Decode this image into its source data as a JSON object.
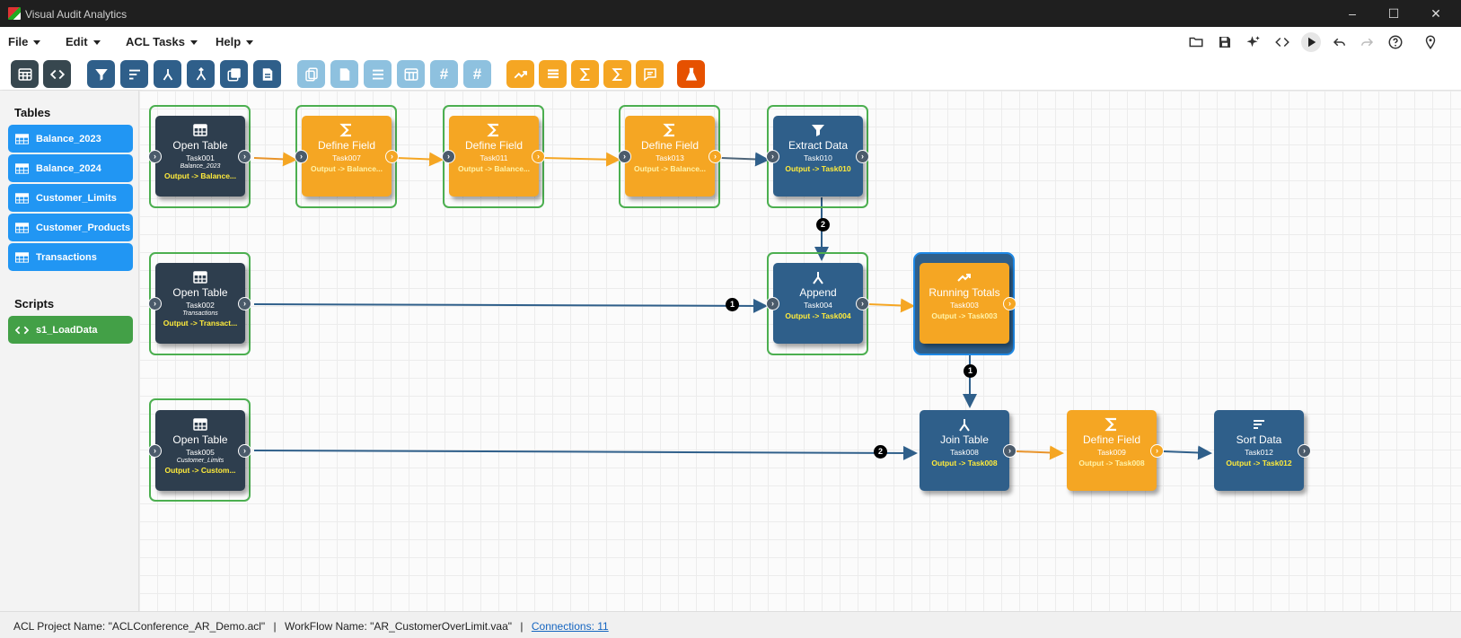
{
  "window": {
    "title": "Visual Audit Analytics",
    "minimize": "–",
    "maximize": "☐",
    "close": "✕"
  },
  "menu": {
    "file": "File",
    "edit": "Edit",
    "acl_tasks": "ACL Tasks",
    "help": "Help"
  },
  "toolbar": {
    "hash1": "#",
    "hash2": "#",
    "colors": {
      "dark": "#37474f",
      "navy": "#2f5f8a",
      "light": "#8ec1df",
      "orange": "#f5a623",
      "red": "#e65100"
    }
  },
  "sidebar": {
    "tables_heading": "Tables",
    "tables": [
      "Balance_2023",
      "Balance_2024",
      "Customer_Limits",
      "Customer_Products",
      "Transactions"
    ],
    "scripts_heading": "Scripts",
    "scripts": [
      "s1_LoadData"
    ]
  },
  "nodes": {
    "task001": {
      "title": "Open Table",
      "task": "Task001",
      "sub": "Balance_2023",
      "output": "Output -> Balance..."
    },
    "task007": {
      "title": "Define Field",
      "task": "Task007",
      "output": "Output -> Balance..."
    },
    "task011": {
      "title": "Define Field",
      "task": "Task011",
      "output": "Output -> Balance..."
    },
    "task013": {
      "title": "Define Field",
      "task": "Task013",
      "output": "Output -> Balance..."
    },
    "task010": {
      "title": "Extract Data",
      "task": "Task010",
      "output": "Output -> Task010"
    },
    "task002": {
      "title": "Open Table",
      "task": "Task002",
      "sub": "Transactions",
      "output": "Output -> Transact..."
    },
    "task004": {
      "title": "Append",
      "task": "Task004",
      "output": "Output -> Task004"
    },
    "task003": {
      "title": "Running Totals",
      "task": "Task003",
      "output": "Output -> Task003"
    },
    "task005": {
      "title": "Open Table",
      "task": "Task005",
      "sub": "Customer_Limits",
      "output": "Output -> Custom..."
    },
    "task008": {
      "title": "Join Table",
      "task": "Task008",
      "output": "Output -> Task008"
    },
    "task009": {
      "title": "Define Field",
      "task": "Task009",
      "output": "Output -> Task008"
    },
    "task012": {
      "title": "Sort Data",
      "task": "Task012",
      "output": "Output -> Task012"
    }
  },
  "badges": {
    "b1": "2",
    "b2": "1",
    "b3": "1",
    "b4": "2"
  },
  "status": {
    "project": "ACL Project Name: \"ACLConference_AR_Demo.acl\"",
    "workflow": "WorkFlow Name: \"AR_CustomerOverLimit.vaa\"",
    "sep": "|",
    "connections": "Connections: 11"
  },
  "colors": {
    "dark_node": "#2e3e4e",
    "orange_node": "#f5a623",
    "blue_node": "#2f5f8a",
    "table_item": "#2196f3",
    "script_item": "#43a047",
    "selected_outline": "#4caf50"
  }
}
